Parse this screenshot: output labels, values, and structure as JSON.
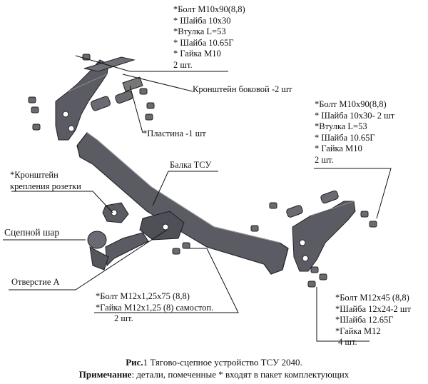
{
  "labels": {
    "top_kit": [
      "*Болт М10х90(8,8)",
      "* Шайба 10х30",
      "*Втулка L=53",
      "* Шайба 10.65Г",
      "* Гайка М10",
      "2 шт."
    ],
    "side_bracket": "Кронштейн боковой  -2 шт",
    "right_kit": [
      "*Болт М10х90(8,8)",
      "* Шайба 10х30- 2 шт",
      "*Втулка L=53",
      "* Шайба 10.65Г",
      "* Гайка М10",
      "2 шт."
    ],
    "plate": "*Пластина  -1 шт",
    "beam": "Балка ТСУ",
    "socket_bracket": [
      "*Кронштейн",
      "крепления розетки"
    ],
    "ball": "Сцепной шар",
    "hole_a": "Отверстие А",
    "center_kit": [
      "*Болт М12х1,25х75 (8,8)",
      "*Гайка М12х1,25  (8) самостоп.",
      "2 шт."
    ],
    "bottom_right_kit": [
      "*Болт М12х45 (8,8)",
      "*Шайба 12х24-2 шт",
      "*Шайба 12.65Г",
      "*Гайка М12",
      "4 шт."
    ]
  },
  "caption": {
    "fig_prefix": "Рис.",
    "fig_text": "1 Тягово-сцепное устройство ТСУ 2040.",
    "note_prefix": "Примечание",
    "note_text": ": детали, помеченные * входят в пакет комплектующих"
  },
  "colors": {
    "metal": "#5b5b64",
    "metal_dark": "#3f3f48",
    "bolt": "#6a6a72",
    "line": "#111111"
  }
}
